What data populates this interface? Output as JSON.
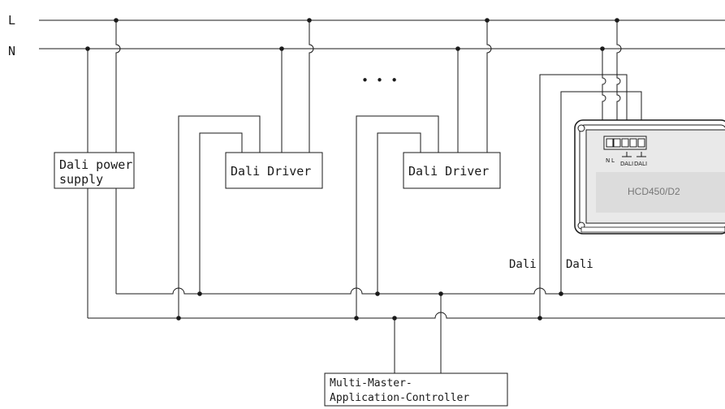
{
  "lines": {
    "phase_label": "L",
    "neutral_label": "N"
  },
  "power_supply": {
    "line1": "Dali power",
    "line2": "supply"
  },
  "drivers": [
    {
      "label": "Dali Driver"
    },
    {
      "label": "Dali Driver"
    }
  ],
  "ellipsis": "• • •",
  "controller": {
    "line1": "Multi-Master-",
    "line2": "Application-Controller"
  },
  "device": {
    "model": "HCD450/D2",
    "terminal_n": "N",
    "terminal_l": "L",
    "terminal_dali1": "DALI",
    "terminal_dali2": "DALI"
  },
  "bus_labels": {
    "dali_left": "Dali",
    "dali_right": "Dali"
  }
}
